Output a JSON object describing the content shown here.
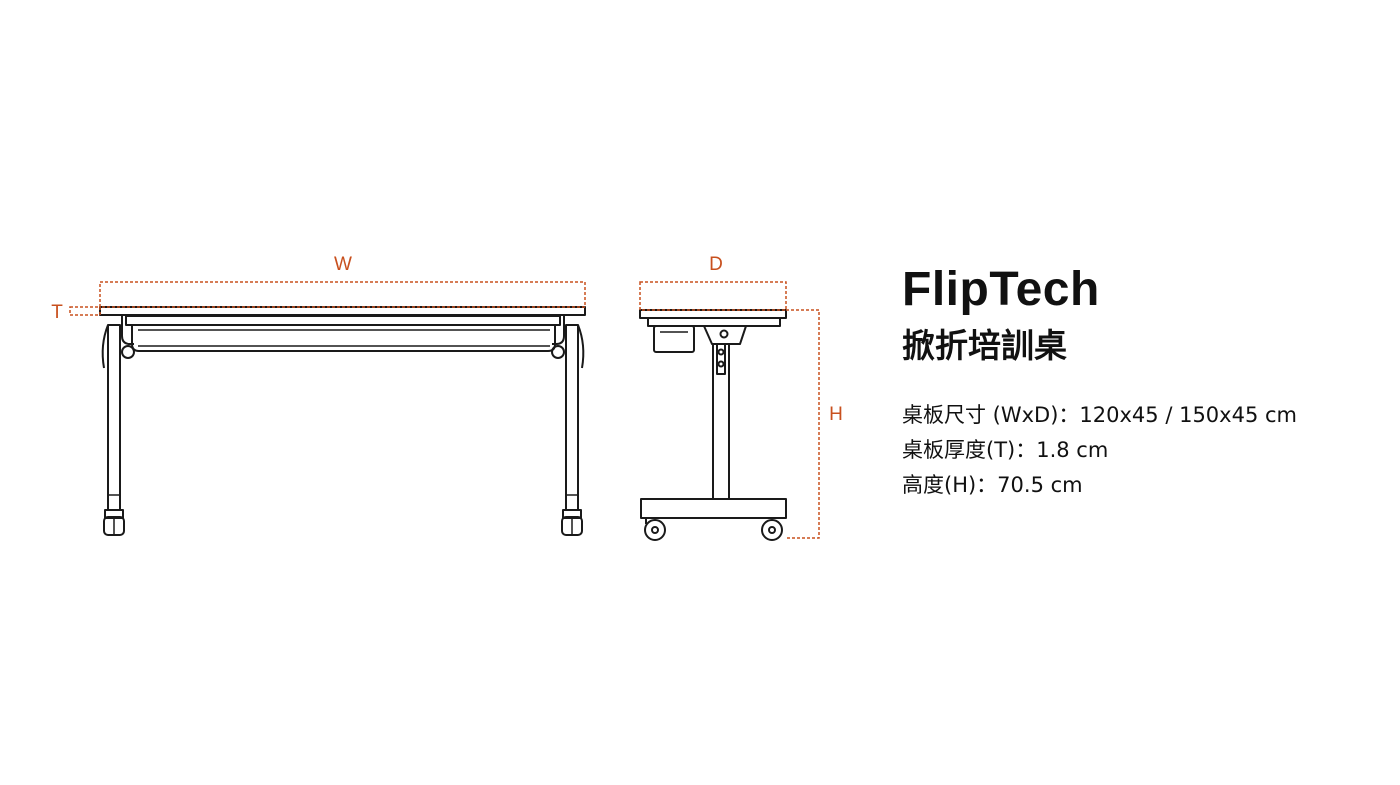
{
  "diagram": {
    "dimension_labels": {
      "width": "W",
      "thickness": "T",
      "depth": "D",
      "height": "H"
    },
    "colors": {
      "dimension": "#c8501e",
      "outline": "#1a1a1a"
    }
  },
  "product": {
    "name": "FlipTech",
    "subtitle": "掀折培訓桌",
    "specs": [
      "桌板尺寸 (WxD)：120x45 / 150x45 cm",
      "桌板厚度(T)：1.8 cm",
      "高度(H)：70.5 cm"
    ]
  }
}
